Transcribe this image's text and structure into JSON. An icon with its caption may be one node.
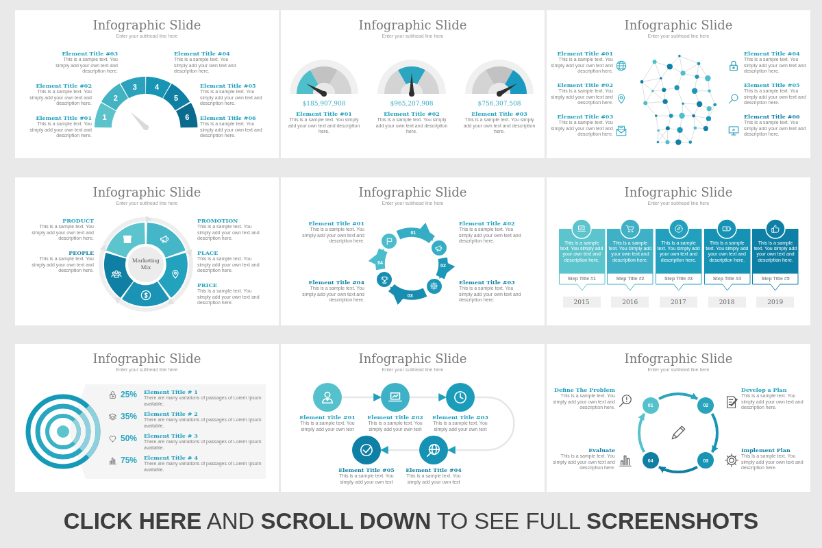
{
  "diagram": {
    "nodes": [
      {
        "text": [
          "Infographic Slide",
          "Enter your subhead line here"
        ]
      },
      {
        "text": [
          "1"
        ],
        "in": 0
      },
      {
        "text": [
          "2"
        ],
        "in": 0
      },
      {
        "text": [
          "3"
        ],
        "in": 0
      },
      {
        "text": [
          "4"
        ],
        "in": 0
      },
      {
        "text": [
          "5"
        ],
        "in": 0
      },
      {
        "text": [
          "6"
        ],
        "in": 0
      },
      {
        "text": [
          "Infographic Slide",
          "Enter your subhead line here"
        ]
      },
      {
        "text": [
          "Infographic Slide",
          "Enter your subhead line here"
        ]
      },
      {
        "text": [
          "Infographic Slide",
          "Enter your subhead line here"
        ]
      },
      {
        "text": [
          "Marketing Mix"
        ],
        "in": 9
      },
      {
        "text": [
          "Infographic Slide",
          "Enter your subhead line here"
        ]
      },
      {
        "text": [],
        "shape": "circle",
        "in": 11
      },
      {
        "text": [],
        "shape": "circle",
        "in": 11
      },
      {
        "text": [],
        "shape": "circle",
        "in": 11
      },
      {
        "text": [],
        "shape": "circle",
        "in": 11
      },
      {
        "text": [
          "Infographic Slide",
          "Enter your subhead line here"
        ]
      },
      {
        "text": [
          "This is a sample text. You simply add your own text and description here.",
          "Step Title #1"
        ],
        "in": 16
      },
      {
        "text": [
          "This is a sample text. You simply add your own text and description here.",
          "Step Title #2"
        ],
        "in": 16
      },
      {
        "text": [
          "This is a sample text. You simply add your own text and description here.",
          "Step Title #3"
        ],
        "in": 16
      },
      {
        "text": [
          "This is a sample text. You simply add your own text and description here.",
          "Step Title #4"
        ],
        "in": 16
      },
      {
        "text": [
          "This is a sample text. You simply add your own text and description here.",
          "Step Title #5"
        ],
        "in": 16
      },
      {
        "text": [
          "2015"
        ],
        "in": 16
      },
      {
        "text": [
          "2016"
        ],
        "in": 16
      },
      {
        "text": [
          "2017"
        ],
        "in": 16
      },
      {
        "text": [
          "2018"
        ],
        "in": 16
      },
      {
        "text": [
          "2019"
        ],
        "in": 16
      },
      {
        "text": [
          "Infographic Slide",
          "Enter your subhead line here"
        ]
      },
      {
        "text": [
          "Infographic Slide",
          "Enter your subhead line here"
        ]
      },
      {
        "text": [],
        "shape": "circle",
        "in": 28,
        "beside": [
          "Element Title #01",
          "This is a sample text. You simply add your own text"
        ]
      },
      {
        "text": [],
        "shape": "circle",
        "in": 28,
        "beside": [
          "Element Title #02",
          "This is a sample text. You simply add your own text"
        ]
      },
      {
        "text": [],
        "shape": "circle",
        "in": 28,
        "beside": [
          "Element Title #03",
          "This is a sample text. You simply add your own text"
        ]
      },
      {
        "text": [],
        "shape": "circle",
        "in": 28,
        "beside": [
          "Element Title #04",
          "This is a sample text. You simply add your own text"
        ]
      },
      {
        "text": [],
        "shape": "circle",
        "in": 28,
        "beside": [
          "Element Title #05",
          "This is a sample text. You simply add your own text"
        ]
      },
      {
        "text": [
          "Infographic Slide",
          "Enter your subhead line here"
        ]
      },
      {
        "text": [
          "01"
        ],
        "in": 34
      },
      {
        "text": [
          "02"
        ],
        "in": 34
      },
      {
        "text": [
          "03"
        ],
        "in": 34
      },
      {
        "text": [
          "04"
        ],
        "in": 34
      }
    ],
    "edges": [
      {
        "from": 12,
        "to": 13,
        "arrow": "to",
        "label": "01",
        "style": "thick",
        "color": "#35adc4"
      },
      {
        "from": 13,
        "to": 14,
        "arrow": "to",
        "label": "02",
        "style": "thick",
        "color": "#1d98b8"
      },
      {
        "from": 14,
        "to": 15,
        "arrow": "to",
        "label": "03",
        "style": "thick",
        "color": "#178db0"
      },
      {
        "from": 15,
        "to": 12,
        "arrow": "to",
        "label": "04",
        "style": "thick",
        "color": "#4bbccb"
      },
      {
        "from": 29,
        "to": 30,
        "arrow": "to"
      },
      {
        "from": 30,
        "to": 31,
        "arrow": "to"
      },
      {
        "from": 31,
        "to": 32,
        "arrow": "to"
      },
      {
        "from": 32,
        "to": 33,
        "arrow": "to"
      },
      {
        "from": 35,
        "to": 36,
        "arrow": "to",
        "color": "#2aa3bc"
      },
      {
        "from": 36,
        "to": 37,
        "arrow": "to",
        "color": "#1894b4"
      },
      {
        "from": 37,
        "to": 38,
        "arrow": "to",
        "color": "#0f7fa3"
      },
      {
        "from": 38,
        "to": 35,
        "arrow": "to",
        "color": "#55c1cc"
      }
    ],
    "labels": [
      "Element Title #03",
      "This is a sample text. You simply add your own text and description here.",
      "Element Title #04",
      "This is a sample text. You simply add your own text and description here.",
      "Element Title #02",
      "This is a sample text. You simply add your own text and description here.",
      "Element Title #05",
      "This is a sample text. You simply add your own text and description here.",
      "Element Title #01",
      "This is a sample text. You simply add your own text and description here.",
      "Element Title #06",
      "This is a sample text. You simply add your own text and description here.",
      "$185,907,908",
      "Element Title #01",
      "This is a sample text. You simply add your own text and description here.",
      "$965,207,908",
      "Element Title #02",
      "This is a sample text. You simply add your own text and description here.",
      "$756,307,508",
      "Element Title #03",
      "This is a sample text. You simply add your own text and description here.",
      "Element Title #01",
      "This is a sample text. You simply add your own text and description here.",
      "Element Title #04",
      "This is a sample text. You simply add your own text and description here.",
      "Element Title #02",
      "This is a sample text. You simply add your own text and description here.",
      "Element Title #05",
      "This is a sample text. You simply add your own text and description here.",
      "Element Title #03",
      "This is a sample text. You simply add your own text and description here.",
      "Element Title #06",
      "This is a sample text. You simply add your own text and description here.",
      "PRODUCT",
      "This is a sample text. You simply add your own text and description here.",
      "PROMOTION",
      "This is a sample text. You simply add your own text and description here.",
      "PEOPLE",
      "This is a sample text. You simply add your own text and description here.",
      "PLACE",
      "This is a sample text. You simply add your own text and description here.",
      "PRICE",
      "This is a sample text. You simply add your own text and description here.",
      "Element Title #01",
      "This is a sample text. You simply add your own text and description here.",
      "Element Title #02",
      "This is a sample text. You simply add your own text and description here.",
      "Element Title #04",
      "This is a sample text. You simply add your own text and description here.",
      "Element Title #03",
      "This is a sample text. You simply add your own text and description here.",
      "25%",
      "Element Title # 1",
      "There are many variations of passages of Lorem Ipsum available.",
      "35%",
      "Element Title # 2",
      "There are many variations of passages of Lorem Ipsum available.",
      "50%",
      "Element Title # 3",
      "There are many variations of passages of Lorem Ipsum available.",
      "75%",
      "Element Title # 4",
      "There are many variations of passages of Lorem Ipsum available.",
      "Define The Problem",
      "This is a sample text. You simply add your own text and description here.",
      "Develop a Plan",
      "This is a sample text. You simply add your own text and description here.",
      "Evaluate",
      "This is a sample text. You simply add your own text and description here.",
      "Implement Plan",
      "This is a sample text. You simply add your own text and description here.",
      "**CLICK HERE** AND **SCROLL DOWN** TO SEE FULL **SCREENSHOTS**"
    ]
  }
}
